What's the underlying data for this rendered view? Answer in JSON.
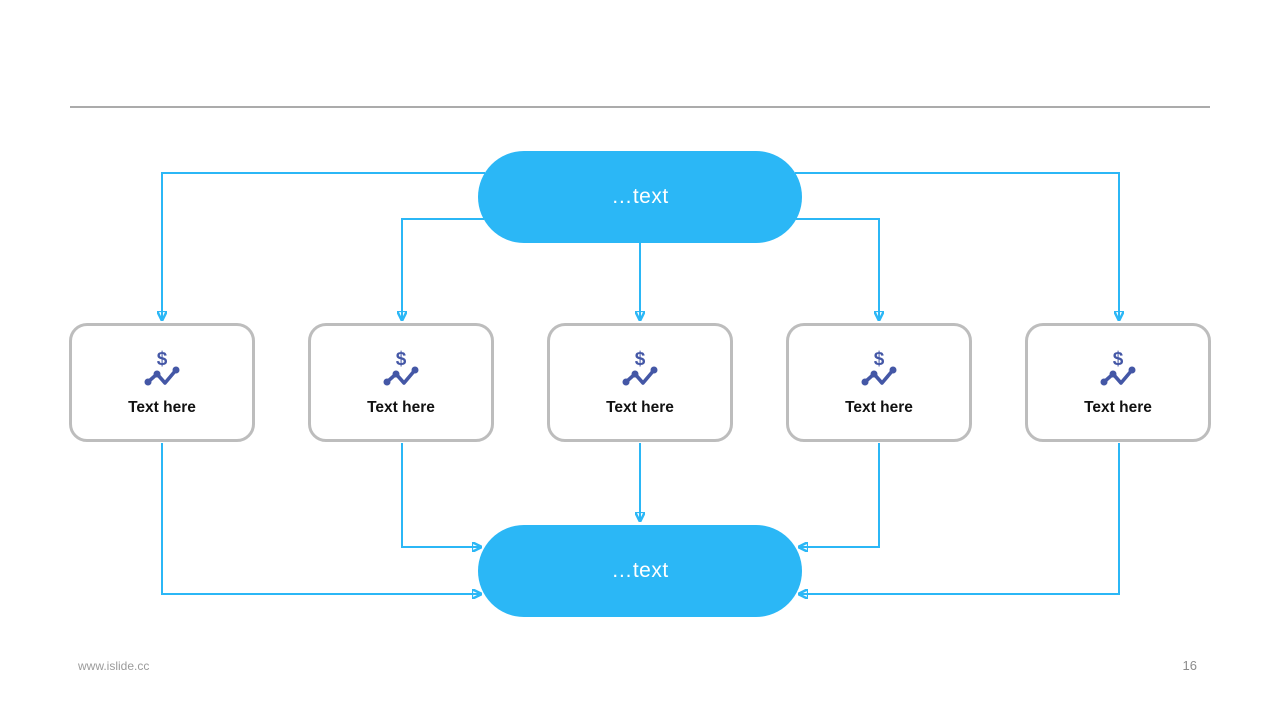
{
  "slide": {
    "footer_url": "www.islide.cc",
    "page_number": "16"
  },
  "colors": {
    "accent_blue": "#2bb7f6",
    "icon_indigo": "#4457a6",
    "box_border_gray": "#bdbdbd",
    "divider_gray": "#ababab",
    "footer_gray": "#9b9b9b"
  },
  "diagram": {
    "top_node": {
      "label": "…text"
    },
    "bottom_node": {
      "label": "…text"
    },
    "icon_glyph": "$",
    "boxes": [
      {
        "label": "Text here",
        "icon": "dollar-trend-icon"
      },
      {
        "label": "Text here",
        "icon": "dollar-trend-icon"
      },
      {
        "label": "Text here",
        "icon": "dollar-trend-icon"
      },
      {
        "label": "Text here",
        "icon": "dollar-trend-icon"
      },
      {
        "label": "Text here",
        "icon": "dollar-trend-icon"
      }
    ]
  }
}
